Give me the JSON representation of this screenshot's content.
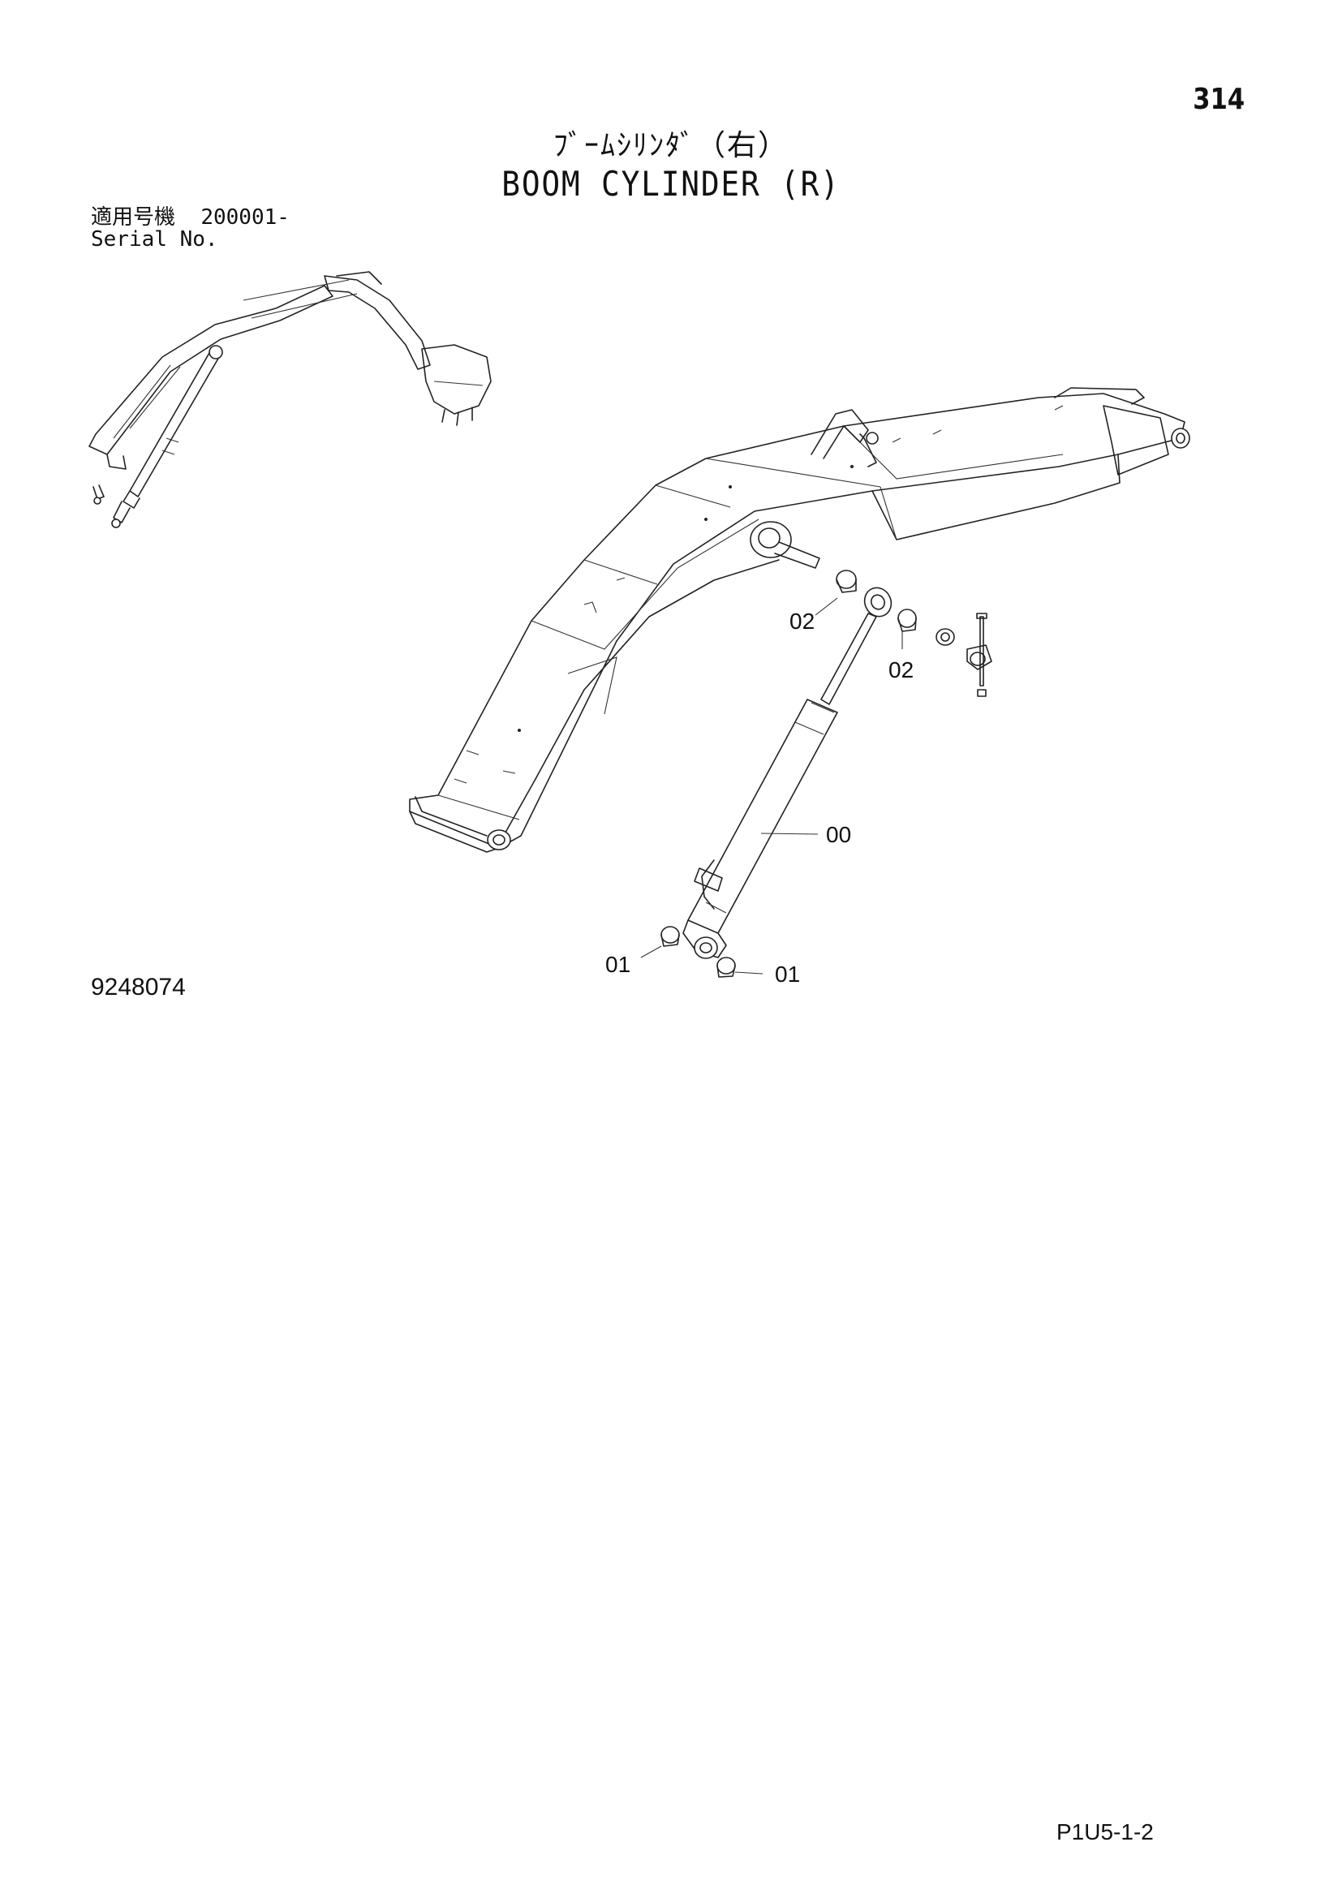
{
  "header": {
    "page_number": "314",
    "title_jp": "ﾌﾞｰﾑｼﾘﾝﾀﾞ（右）",
    "title_en": "BOOM CYLINDER (R)"
  },
  "serial": {
    "label_jp": "適用号機",
    "value": "200001-",
    "label_en": "Serial No."
  },
  "callouts": {
    "c00": "00",
    "c01_left": "01",
    "c01_right": "01",
    "c02_left": "02",
    "c02_right": "02"
  },
  "drawing_number": "9248074",
  "footer_code": "P1U5-1-2"
}
